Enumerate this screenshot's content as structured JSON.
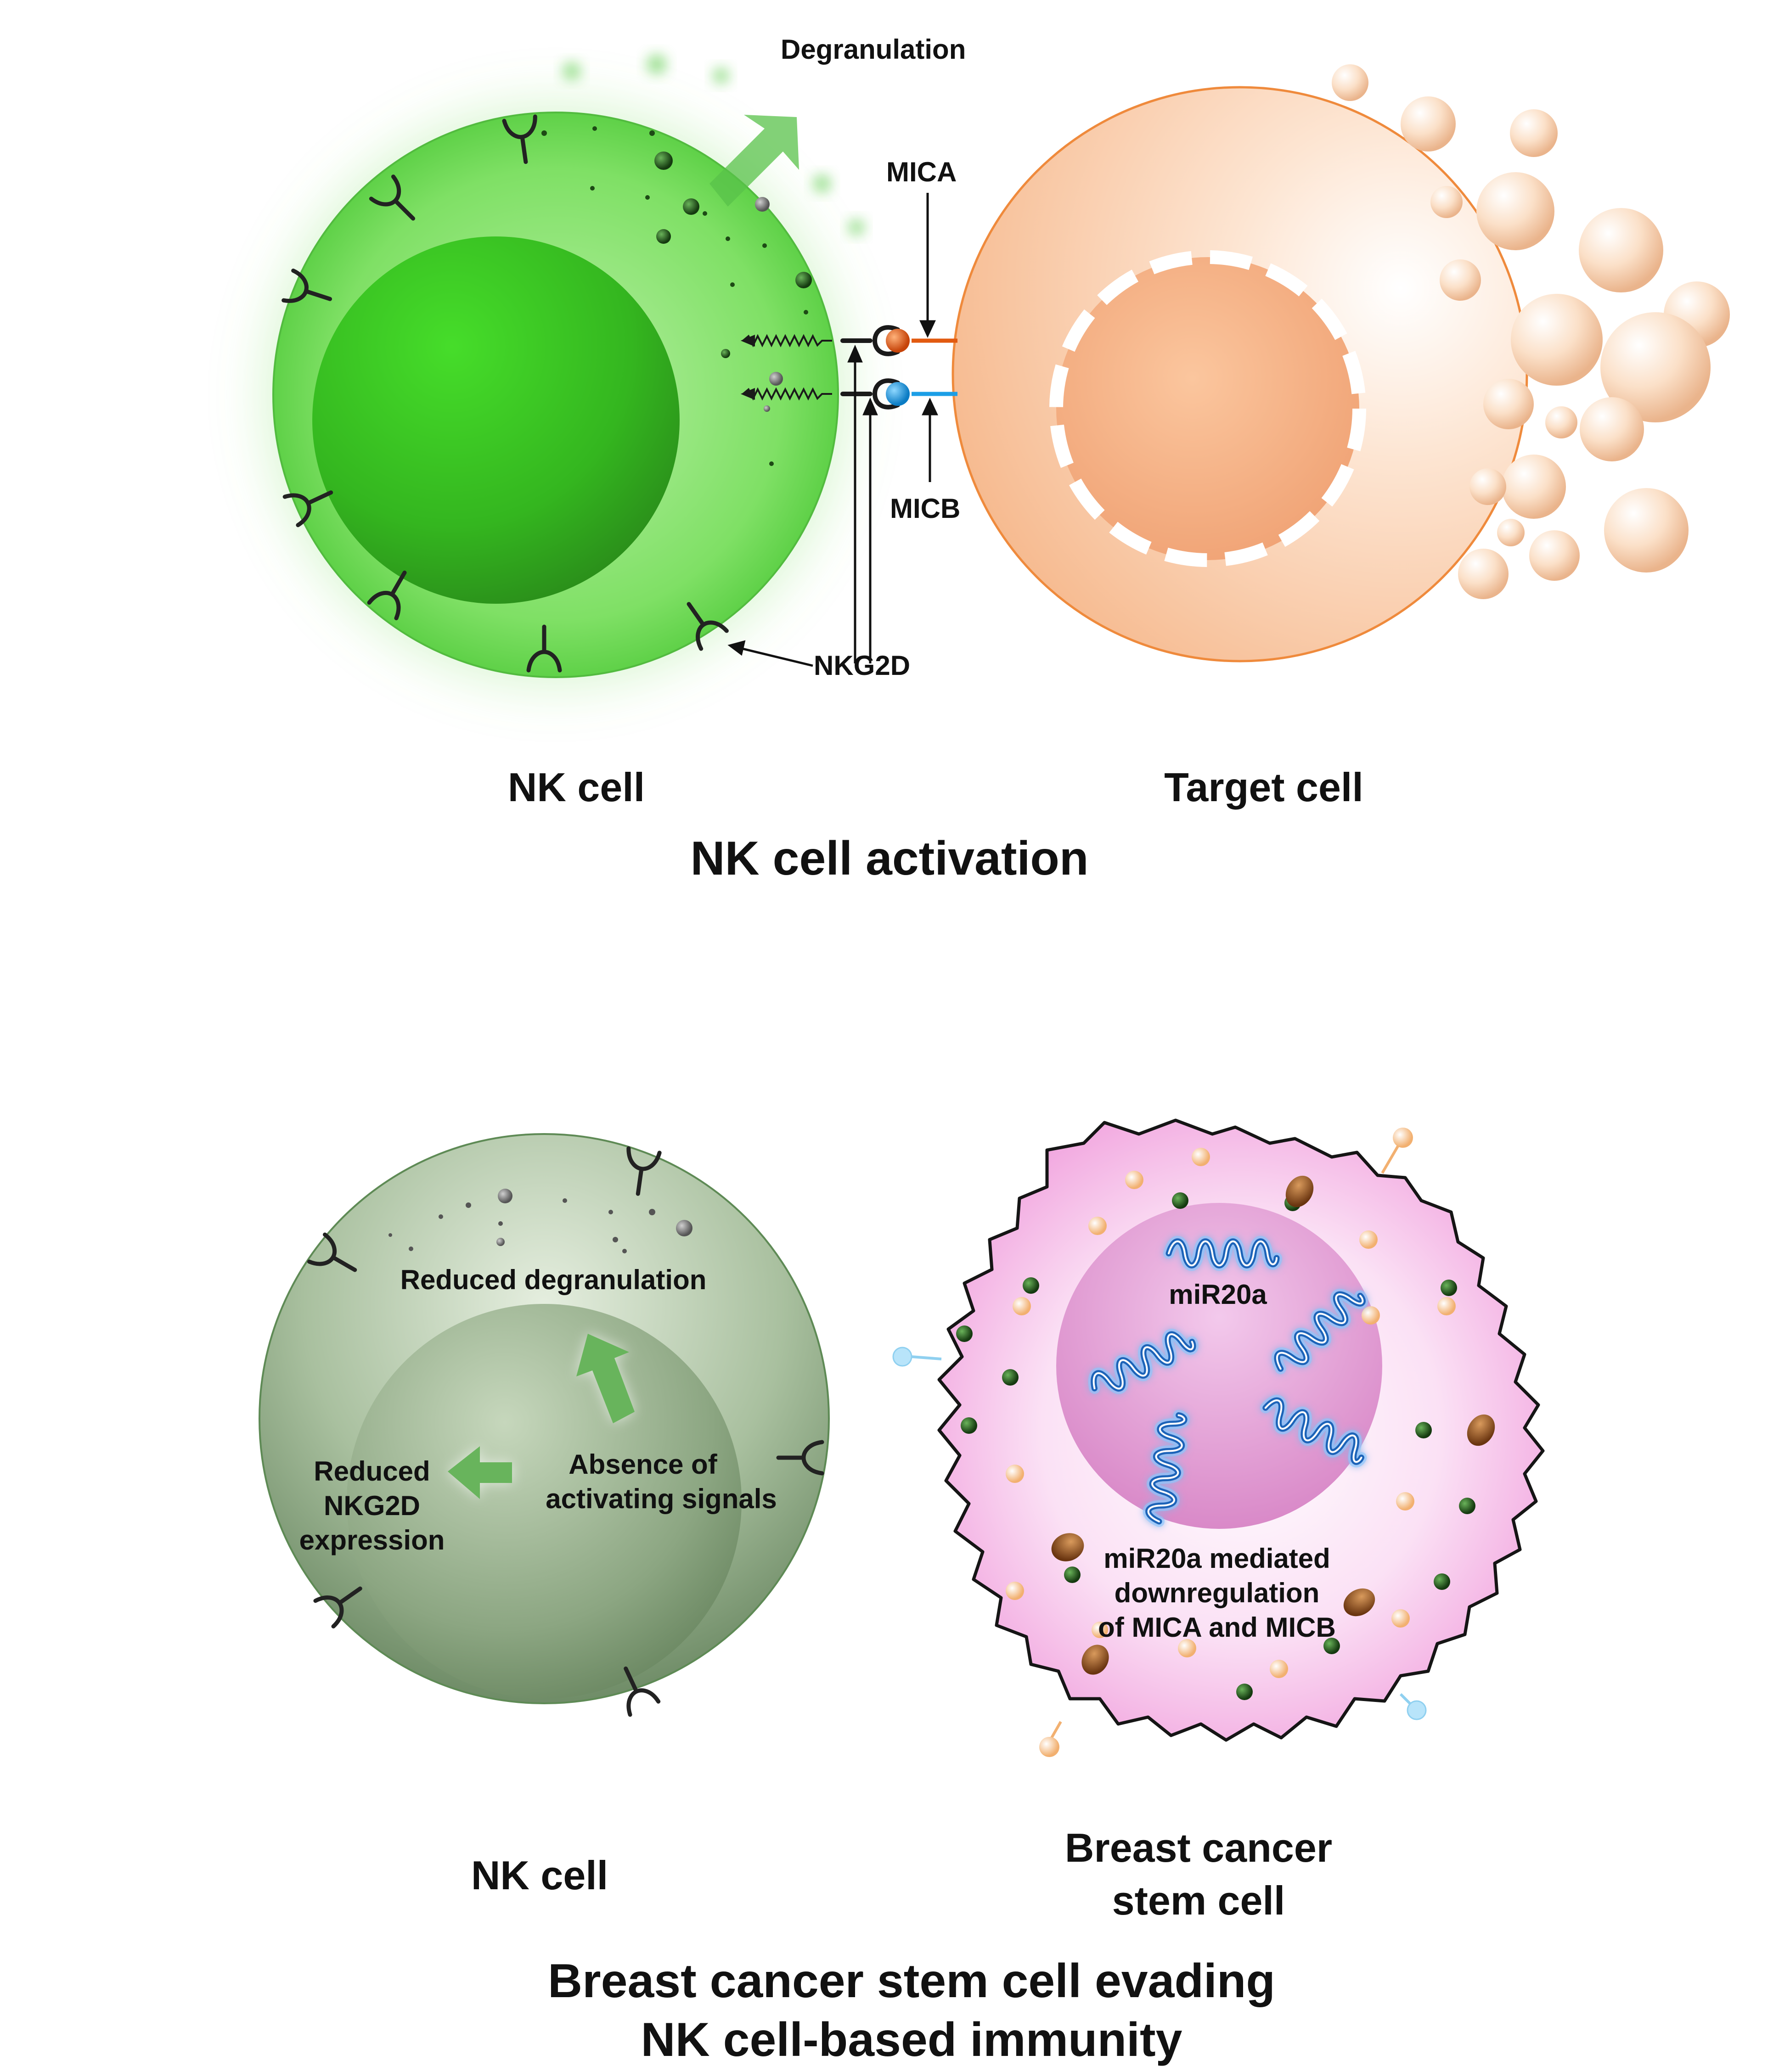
{
  "top": {
    "degranulation_label": "Degranulation",
    "mica_label": "MICA",
    "micb_label": "MICB",
    "nkg2d_label": "NKG2D",
    "nk_cell_label": "NK cell",
    "target_cell_label": "Target cell",
    "panel_title": "NK cell activation"
  },
  "bottom": {
    "reduced_degranulation_label": "Reduced degranulation",
    "absence_line1": "Absence of",
    "absence_line2": "activating signals",
    "reduced_nkg2d_line1": "Reduced",
    "reduced_nkg2d_line2": "NKG2D",
    "reduced_nkg2d_line3": "expression",
    "mir20a_label": "miR20a",
    "mediated_line1": "miR20a mediated",
    "mediated_line2": "downregulation",
    "mediated_line3": "of MICA and MICB",
    "nk_cell_label": "NK cell",
    "bcsc_line1": "Breast cancer",
    "bcsc_line2": "stem  cell",
    "title_line1": "Breast cancer stem cell evading",
    "title_line2": "NK cell-based immunity"
  },
  "colors": {
    "nk_active": "#3ecf2c",
    "nk_inactive": "#7f9f78",
    "target_cell": "#f8c7a0",
    "cancer_cell": "#f4b8e8",
    "mica_ball": "#e25a10",
    "micb_ball": "#1b9ee6",
    "mirna": "#1f64b8",
    "divider": "#4a5262"
  },
  "icons": [
    "nkg2d-receptor-icon",
    "granule-icon",
    "arrow-up-right-icon",
    "mirna-strand-icon",
    "bleb-icon"
  ]
}
